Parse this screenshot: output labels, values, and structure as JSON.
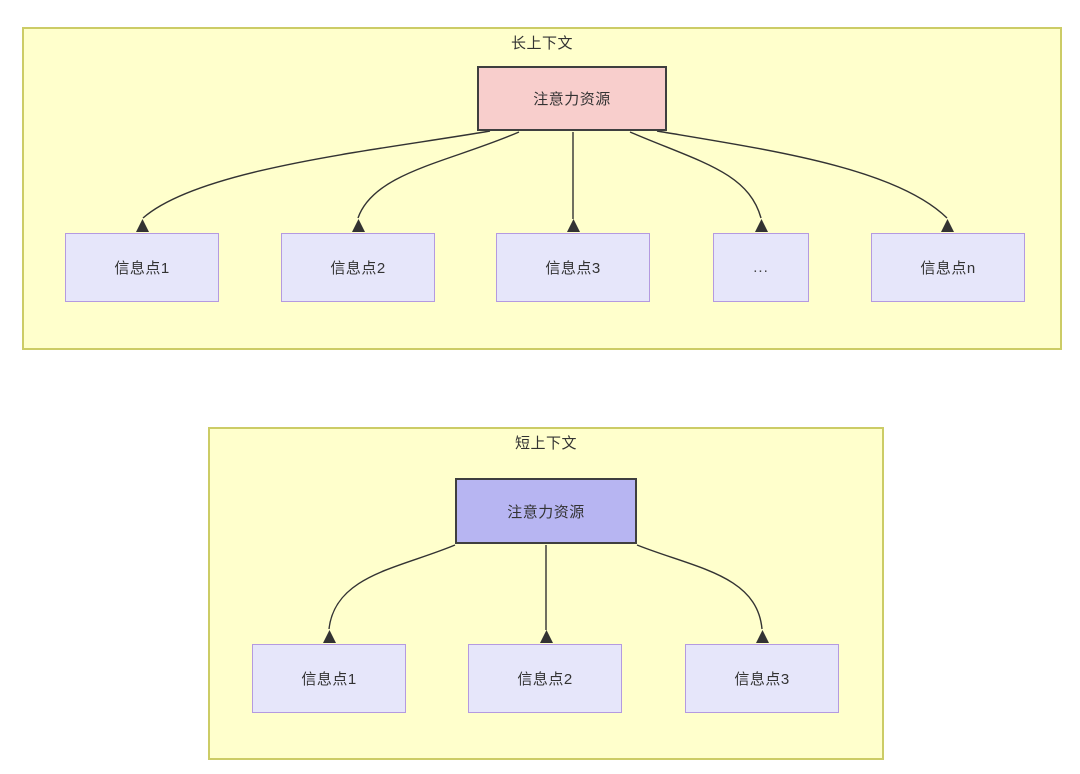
{
  "diagram": {
    "title_semantic": "attention-resource-allocation-long-vs-short-context",
    "colors": {
      "panel_fill": "#FFFFCC",
      "panel_border": "#CCCC66",
      "attention_long_fill": "#F8CECC",
      "attention_short_fill": "#B7B5F2",
      "attention_border": "#3F3F3F",
      "info_fill": "#E6E6FA",
      "info_border": "#B49AE0",
      "edge_stroke": "#333333",
      "text": "#333333"
    },
    "panels": [
      {
        "id": "long-context",
        "title": "长上下文",
        "root": {
          "id": "attention-long",
          "label": "注意力资源"
        },
        "children": [
          {
            "id": "info-point-1",
            "label": "信息点1"
          },
          {
            "id": "info-point-2",
            "label": "信息点2"
          },
          {
            "id": "info-point-3",
            "label": "信息点3"
          },
          {
            "id": "info-point-ellipsis",
            "label": "..."
          },
          {
            "id": "info-point-n",
            "label": "信息点n"
          }
        ]
      },
      {
        "id": "short-context",
        "title": "短上下文",
        "root": {
          "id": "attention-short",
          "label": "注意力资源"
        },
        "children": [
          {
            "id": "info-point-1",
            "label": "信息点1"
          },
          {
            "id": "info-point-2",
            "label": "信息点2"
          },
          {
            "id": "info-point-3",
            "label": "信息点3"
          }
        ]
      }
    ]
  }
}
